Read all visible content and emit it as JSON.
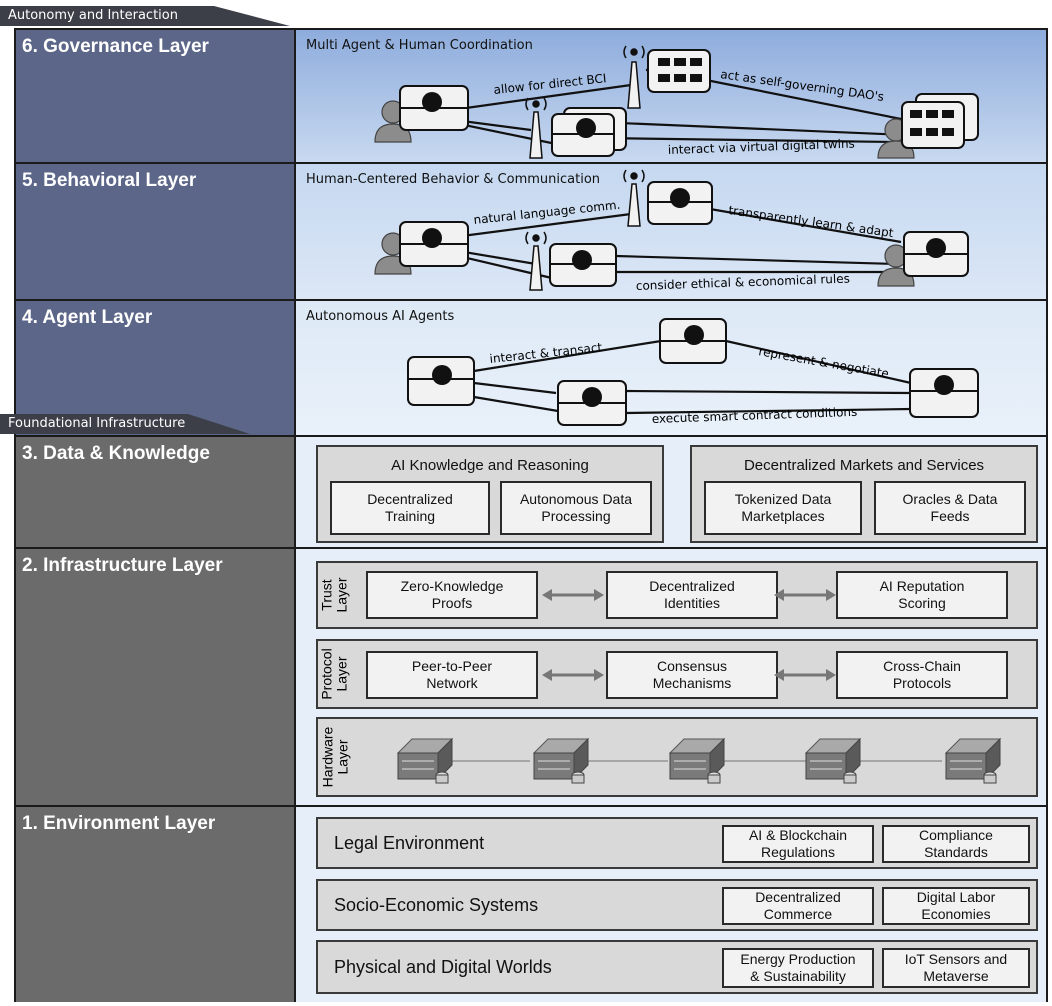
{
  "tabs": {
    "top": "Autonomy and Interaction",
    "middle": "Foundational Infrastructure"
  },
  "layers": {
    "governance": {
      "title": "6. Governance Layer",
      "subtitle": "Multi Agent & Human Coordination",
      "labels": [
        "allow for direct BCI",
        "act as self-governing DAO's",
        "interact via virtual digital twins"
      ]
    },
    "behavioral": {
      "title": "5. Behavioral Layer",
      "subtitle": "Human-Centered Behavior & Communication",
      "labels": [
        "natural language comm.",
        "transparently learn & adapt",
        "consider ethical & economical rules"
      ]
    },
    "agent": {
      "title": "4. Agent Layer",
      "subtitle": "Autonomous AI Agents",
      "labels": [
        "interact & transact",
        "represent & negotiate",
        "execute smart contract conditions"
      ]
    },
    "data": {
      "title": "3. Data & Knowledge",
      "groups": [
        {
          "title": "AI Knowledge and Reasoning",
          "items": [
            "Decentralized\nTraining",
            "Autonomous Data\nProcessing"
          ]
        },
        {
          "title": "Decentralized Markets and Services",
          "items": [
            "Tokenized Data\nMarketplaces",
            "Oracles & Data\nFeeds"
          ]
        }
      ]
    },
    "infrastructure": {
      "title": "2. Infrastructure Layer",
      "rows": [
        {
          "label": "Trust\nLayer",
          "items": [
            "Zero-Knowledge\nProofs",
            "Decentralized\nIdentities",
            "AI Reputation\nScoring"
          ]
        },
        {
          "label": "Protocol\nLayer",
          "items": [
            "Peer-to-Peer\nNetwork",
            "Consensus\nMechanisms",
            "Cross-Chain\nProtocols"
          ]
        },
        {
          "label": "Hardware\nLayer",
          "items": []
        }
      ]
    },
    "environment": {
      "title": "1. Environment Layer",
      "rows": [
        {
          "label": "Legal Environment",
          "items": [
            "AI & Blockchain\nRegulations",
            "Compliance\nStandards"
          ]
        },
        {
          "label": "Socio-Economic Systems",
          "items": [
            "Decentralized\nCommerce",
            "Digital Labor\nEconomies"
          ]
        },
        {
          "label": "Physical and Digital Worlds",
          "items": [
            "Energy Production\n& Sustainability",
            "IoT Sensors and\nMetaverse"
          ]
        }
      ]
    }
  },
  "icons": [
    "database-agent-icon",
    "human-icon",
    "antenna-icon",
    "server-icon",
    "bidirectional-arrow-icon"
  ],
  "colors": {
    "upper_left": "#5c6688",
    "lower_left": "#6b6b6b",
    "frame": "#1a1a1a",
    "box_fill": "#d9d9d9"
  }
}
